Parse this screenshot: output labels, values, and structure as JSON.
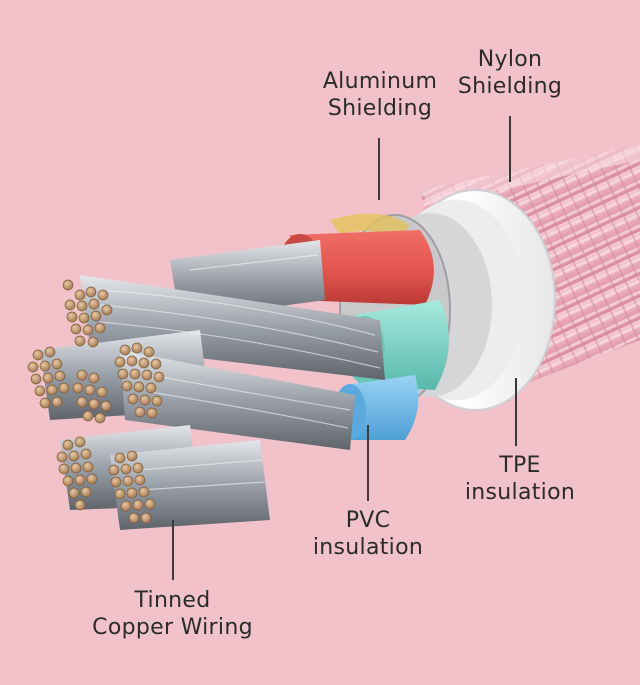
{
  "labels": {
    "aluminum_shielding": [
      "Aluminum",
      "Shielding"
    ],
    "nylon_shielding": [
      "Nylon",
      "Shielding"
    ],
    "tpe_insulation": [
      "TPE",
      "insulation"
    ],
    "pvc_insulation": [
      "PVC",
      "insulation"
    ],
    "tinned_copper_wiring": [
      "Tinned",
      "Copper Wiring"
    ]
  },
  "colors": {
    "background": "#f2c2cb",
    "nylon_braid": "#e8a9b7",
    "tpe_jacket": "#f4f4f4",
    "red_core": "#e0524c",
    "green_core": "#7fd3c6",
    "blue_core": "#6fb8e8",
    "copper_strand": "#c9a27a",
    "steel_strand": "#b8bcc2"
  }
}
